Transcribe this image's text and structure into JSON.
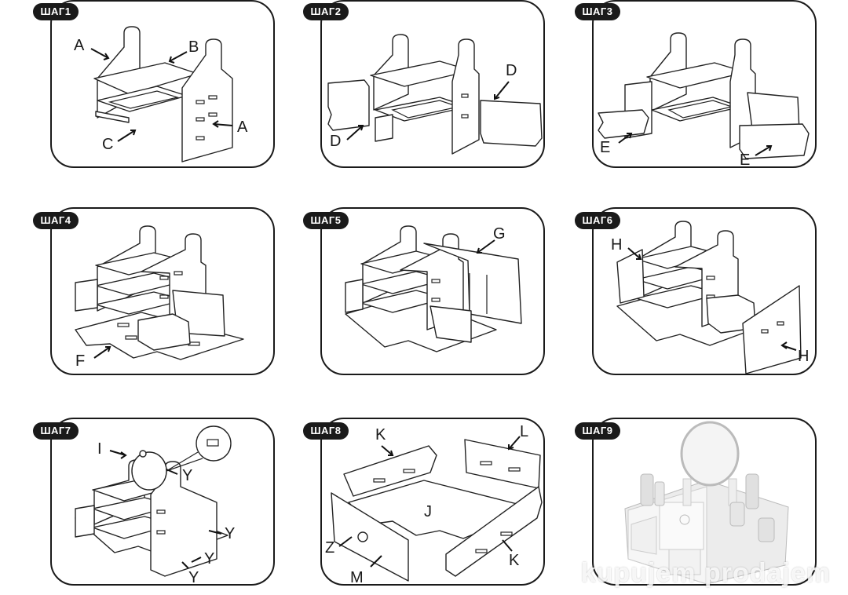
{
  "steps": [
    {
      "badge": "ШАГ1",
      "labels": [
        "A",
        "B",
        "C",
        "A"
      ]
    },
    {
      "badge": "ШАГ2",
      "labels": [
        "D",
        "D"
      ]
    },
    {
      "badge": "ШАГ3",
      "labels": [
        "E",
        "E"
      ]
    },
    {
      "badge": "ШАГ4",
      "labels": [
        "F"
      ]
    },
    {
      "badge": "ШАГ5",
      "labels": [
        "G"
      ]
    },
    {
      "badge": "ШАГ6",
      "labels": [
        "H",
        "H"
      ]
    },
    {
      "badge": "ШАГ7",
      "labels": [
        "I",
        "Y",
        "Y",
        "Y",
        "Y"
      ]
    },
    {
      "badge": "ШАГ8",
      "labels": [
        "K",
        "L",
        "J",
        "Z",
        "M",
        "K"
      ]
    },
    {
      "badge": "ШАГ9",
      "labels": []
    }
  ],
  "watermark": "kupujem prodajem",
  "colors": {
    "ink": "#1a1a1a",
    "background": "#ffffff"
  }
}
